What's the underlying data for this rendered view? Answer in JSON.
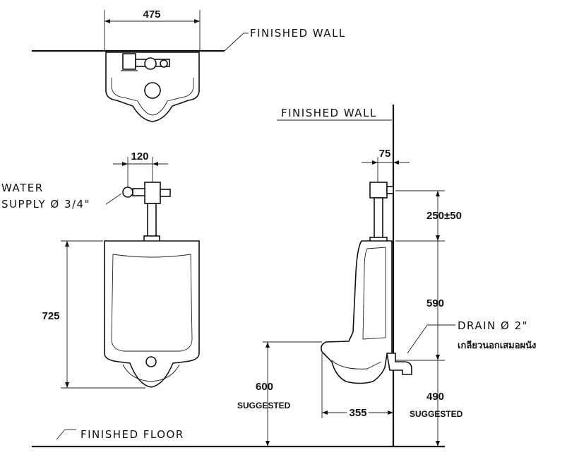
{
  "labels": {
    "finished_wall_top": "FINISHED WALL",
    "finished_wall_side": "FINISHED WALL",
    "finished_floor": "FINISHED FLOOR",
    "water_supply_line1": "WATER",
    "water_supply_line2": "SUPPLY Ø 3/4\"",
    "drain": "DRAIN Ø 2\"",
    "drain_thai": "เกลียวนอกเสมอผนัง",
    "suggested_left": "SUGGESTED",
    "suggested_right": "SUGGESTED"
  },
  "dimensions": {
    "top_width": "475",
    "supply_offset": "120",
    "side_offset": "75",
    "supply_height": "250±50",
    "urinal_height": "725",
    "drain_height": "590",
    "rim_height": "600",
    "projection": "355",
    "drain_floor_height": "490"
  }
}
